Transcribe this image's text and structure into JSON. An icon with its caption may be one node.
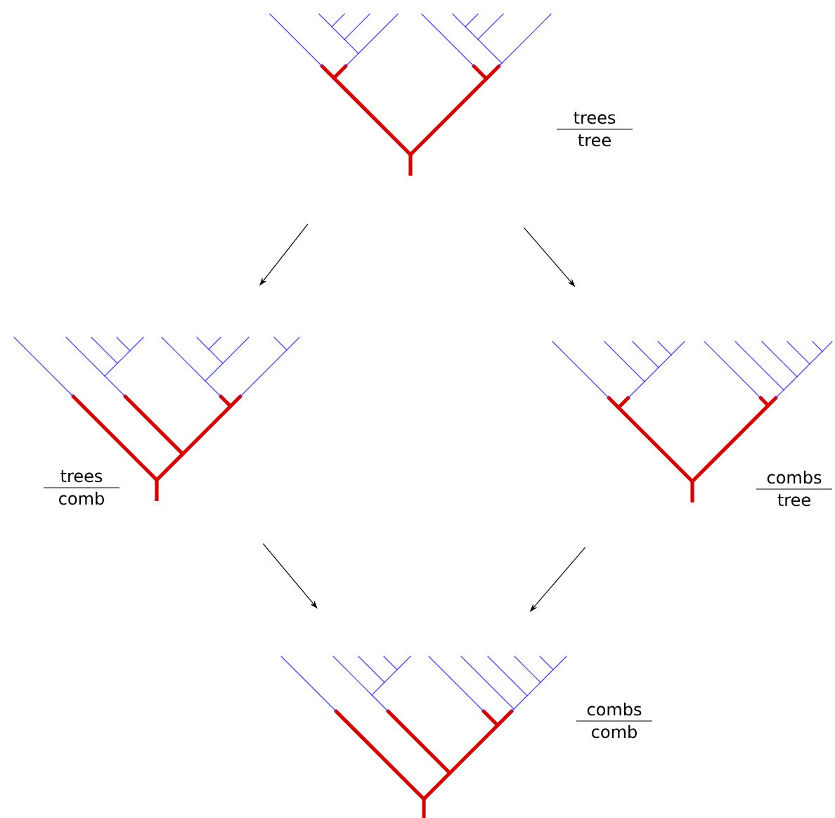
{
  "diagram": {
    "nodes": [
      {
        "text": [],
        "shape": "tree",
        "beside": [
          "trees",
          "tree"
        ]
      },
      {
        "text": [
          "trees",
          "comb"
        ]
      },
      {
        "text": [
          "combs",
          "tree"
        ]
      },
      {
        "text": [],
        "shape": "tree",
        "beside": [
          "combs",
          "comb"
        ]
      }
    ],
    "edges": [
      {
        "from": 0,
        "to": 1,
        "arrow": "to"
      },
      {
        "from": 0,
        "to": 2,
        "arrow": "to"
      },
      {
        "from": 1,
        "to": 3,
        "arrow": "to"
      },
      {
        "from": 2,
        "to": 3,
        "arrow": "to"
      }
    ]
  }
}
